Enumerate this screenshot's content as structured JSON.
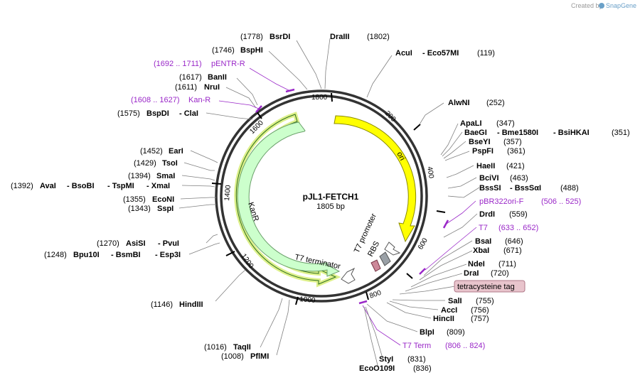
{
  "credit": {
    "prefix": "Created by",
    "brand": "SnapGene",
    "icon": "snapgene-logo-icon"
  },
  "plasmid": {
    "name": "pJL1-FETCH1",
    "length": "1805 bp"
  },
  "ticks": [
    "1800",
    "200",
    "400",
    "600",
    "800",
    "1000",
    "1200",
    "1400",
    "1600"
  ],
  "features": {
    "ori": "ori",
    "kanr": "KanR",
    "t7_promoter": "T7 promoter",
    "rbs": "RBS",
    "t7_terminator": "T7 terminator"
  },
  "tag_label": "tetracysteine tag",
  "sites": {
    "bsrdi": {
      "pos": "(1778)",
      "names": [
        "BsrDI"
      ]
    },
    "bsphi": {
      "pos": "(1746)",
      "names": [
        "BspHI"
      ]
    },
    "pentr": {
      "pos": "(1692 .. 1711)",
      "names": [
        "pENTR-R"
      ]
    },
    "banii": {
      "pos": "(1617)",
      "names": [
        "BanII"
      ]
    },
    "nrui": {
      "pos": "(1611)",
      "names": [
        "NruI"
      ]
    },
    "kanr_p": {
      "pos": "(1608 .. 1627)",
      "names": [
        "Kan-R"
      ]
    },
    "bspdi": {
      "pos": "(1575)",
      "names": [
        "BspDI",
        "ClaI"
      ]
    },
    "eari": {
      "pos": "(1452)",
      "names": [
        "EarI"
      ]
    },
    "tsoi": {
      "pos": "(1429)",
      "names": [
        "TsoI"
      ]
    },
    "smai": {
      "pos": "(1394)",
      "names": [
        "SmaI"
      ]
    },
    "avai": {
      "pos": "(1392)",
      "names": [
        "AvaI",
        "BsoBI",
        "TspMI",
        "XmaI"
      ]
    },
    "econi": {
      "pos": "(1355)",
      "names": [
        "EcoNI"
      ]
    },
    "sspi": {
      "pos": "(1343)",
      "names": [
        "SspI"
      ]
    },
    "asisi": {
      "pos": "(1270)",
      "names": [
        "AsiSI",
        "PvuI"
      ]
    },
    "bpu10i": {
      "pos": "(1248)",
      "names": [
        "Bpu10I",
        "BsmBI",
        "Esp3I"
      ]
    },
    "hindiii": {
      "pos": "(1146)",
      "names": [
        "HindIII"
      ]
    },
    "taqii": {
      "pos": "(1016)",
      "names": [
        "TaqII"
      ]
    },
    "pflmi": {
      "pos": "(1008)",
      "names": [
        "PflMI"
      ]
    },
    "draiii": {
      "pos": "(1802)",
      "names": [
        "DraIII"
      ]
    },
    "acui": {
      "pos": "(119)",
      "names": [
        "AcuI",
        "Eco57MI"
      ]
    },
    "alwni": {
      "pos": "(252)",
      "names": [
        "AlwNI"
      ]
    },
    "apali": {
      "pos": "(347)",
      "names": [
        "ApaLI"
      ]
    },
    "baegi": {
      "pos": "(351)",
      "names": [
        "BaeGI",
        "Bme1580I",
        "BsiHKAI"
      ]
    },
    "bseyi": {
      "pos": "(357)",
      "names": [
        "BseYI"
      ]
    },
    "pspfi": {
      "pos": "(361)",
      "names": [
        "PspFI"
      ]
    },
    "haeii": {
      "pos": "(421)",
      "names": [
        "HaeII"
      ]
    },
    "bcivi": {
      "pos": "(463)",
      "names": [
        "BciVI"
      ]
    },
    "bsssi": {
      "pos": "(488)",
      "names": [
        "BssSI",
        "BssSαI"
      ]
    },
    "pbr322": {
      "pos": "(506 .. 525)",
      "names": [
        "pBR322ori-F"
      ]
    },
    "drdi": {
      "pos": "(559)",
      "names": [
        "DrdI"
      ]
    },
    "t7": {
      "pos": "(633 .. 652)",
      "names": [
        "T7"
      ]
    },
    "bsai": {
      "pos": "(646)",
      "names": [
        "BsaI"
      ]
    },
    "xbai": {
      "pos": "(671)",
      "names": [
        "XbaI"
      ]
    },
    "ndei": {
      "pos": "(711)",
      "names": [
        "NdeI"
      ]
    },
    "drai": {
      "pos": "(720)",
      "names": [
        "DraI"
      ]
    },
    "sali": {
      "pos": "(755)",
      "names": [
        "SalI"
      ]
    },
    "acci": {
      "pos": "(756)",
      "names": [
        "AccI"
      ]
    },
    "hincii": {
      "pos": "(757)",
      "names": [
        "HincII"
      ]
    },
    "blpi": {
      "pos": "(809)",
      "names": [
        "BlpI"
      ]
    },
    "t7term": {
      "pos": "(806 .. 824)",
      "names": [
        "T7 Term"
      ]
    },
    "styi": {
      "pos": "(831)",
      "names": [
        "StyI"
      ]
    },
    "eco0109i": {
      "pos": "(836)",
      "names": [
        "EcoO109I"
      ]
    }
  },
  "colors": {
    "ori": "#ffff00",
    "kanr": "#ccffcc",
    "kanr_highlight": "#ddf08a",
    "primer": "#9a28c8",
    "rbs": "#9aa0a6",
    "tag": "#cc8899",
    "tag_fill": "#e8c4cc",
    "backbone": "#333333"
  }
}
